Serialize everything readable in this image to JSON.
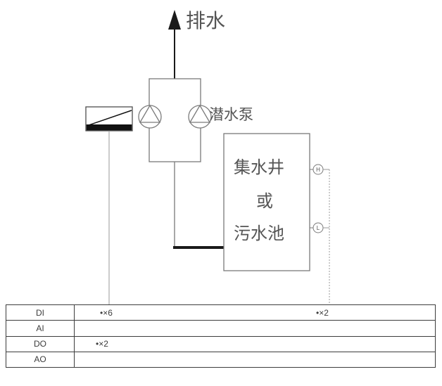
{
  "diagram": {
    "drain_label": "排水",
    "pump_label": "潜水泵",
    "tank": {
      "line1": "集水井",
      "line2": "或",
      "line3": "污水池"
    },
    "level_high_label": "H",
    "level_low_label": "L"
  },
  "io_table": {
    "rows": [
      {
        "label": "DI",
        "points_left": "•×6",
        "points_right": "•×2"
      },
      {
        "label": "AI"
      },
      {
        "label": "DO",
        "points_left": "•×2"
      },
      {
        "label": "AO"
      }
    ]
  },
  "colors": {
    "line_gray": "#7a7a7a",
    "signal_gray": "#999999",
    "ink_black": "#1a1a1a",
    "table_border": "#3c3c3c"
  }
}
